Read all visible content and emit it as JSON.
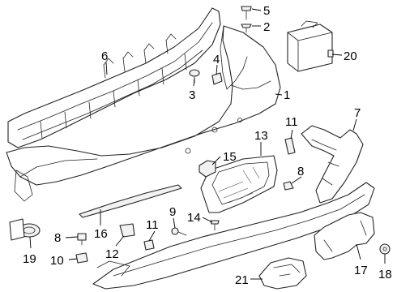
{
  "callouts": [
    {
      "id": "1",
      "text": "1"
    },
    {
      "id": "2",
      "text": "2"
    },
    {
      "id": "3",
      "text": "3"
    },
    {
      "id": "4",
      "text": "4"
    },
    {
      "id": "5",
      "text": "5"
    },
    {
      "id": "6",
      "text": "6"
    },
    {
      "id": "7",
      "text": "7"
    },
    {
      "id": "8a",
      "text": "8"
    },
    {
      "id": "8b",
      "text": "8"
    },
    {
      "id": "9",
      "text": "9"
    },
    {
      "id": "10",
      "text": "10"
    },
    {
      "id": "11a",
      "text": "11"
    },
    {
      "id": "11b",
      "text": "11"
    },
    {
      "id": "12",
      "text": "12"
    },
    {
      "id": "13",
      "text": "13"
    },
    {
      "id": "14",
      "text": "14"
    },
    {
      "id": "15",
      "text": "15"
    },
    {
      "id": "16",
      "text": "16"
    },
    {
      "id": "17",
      "text": "17"
    },
    {
      "id": "18",
      "text": "18"
    },
    {
      "id": "19",
      "text": "19"
    },
    {
      "id": "20",
      "text": "20"
    },
    {
      "id": "21",
      "text": "21"
    }
  ]
}
